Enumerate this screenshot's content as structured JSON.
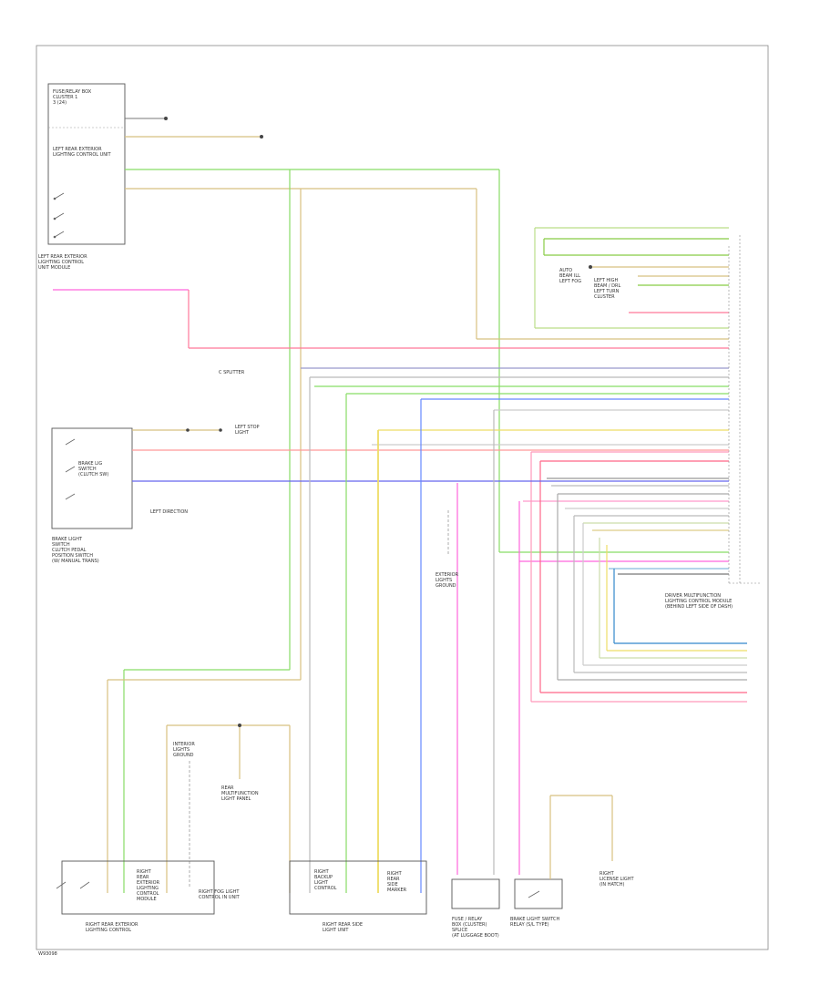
{
  "diagram": {
    "footer_code": "W93098",
    "components": {
      "top_left_a": [
        "FUSE/RELAY BOX",
        "CLUSTER 1",
        "3 (24)"
      ],
      "top_left_b": [
        "LEFT REAR EXTERIOR",
        "LIGHTING CONTROL UNIT"
      ],
      "top_left_caption": [
        "LEFT REAR EXTERIOR",
        "LIGHTING CONTROL",
        "UNIT MODULE"
      ],
      "top_right_note": [
        "AUTO",
        "BEAM ILL",
        "LEFT FOG"
      ],
      "top_right_b": [
        "LEFT HIGH",
        "BEAM / DRL",
        "LEFT TURN",
        "CLUSTER"
      ],
      "c_splitter": "C SPLITTER",
      "brake_switch": [
        "BRAKE LIGHT",
        "SWITCH",
        "CLUTCH PEDAL",
        "POSITION SWITCH",
        "(W/ MANUAL TRANS)"
      ],
      "brake_switch_inner": [
        "BRAKE LIG",
        "SWITCH",
        "(CLUTCH SW)"
      ],
      "brake_switch_note": [
        "LEFT STOP",
        "LIGHT"
      ],
      "brake_switch_label": "LEFT DIRECTION",
      "center_ground": [
        "EXTERIOR",
        "LIGHTS",
        "GROUND"
      ],
      "right_module": [
        "DRIVER MULTIFUNCTION",
        "LIGHTING CONTROL MODULE",
        "(BEHIND LEFT SIDE OF DASH)"
      ],
      "rear_grounding": [
        "INTERIOR",
        "LIGHTS",
        "GROUND"
      ],
      "rear_splice": [
        "REAR",
        "MULTIFUNCTION",
        "LIGHT PANEL"
      ],
      "bottom_left": [
        "RIGHT REAR EXTERIOR",
        "LIGHTING CONTROL"
      ],
      "bottom_left_inner": [
        "RIGHT",
        "REAR",
        "EXTERIOR",
        "LIGHTING",
        "CONTROL",
        "MODULE"
      ],
      "bottom_left_fog": [
        "RIGHT FOG LIGHT",
        "CONTROL IN UNIT"
      ],
      "bottom_center": [
        "RIGHT REAR SIDE",
        "LIGHT UNIT"
      ],
      "bottom_center_inner": [
        "RIGHT",
        "BACKUP",
        "LIGHT",
        "CONTROL"
      ],
      "bottom_center_inner2": [
        "RIGHT",
        "REAR",
        "SIDE",
        "MARKER"
      ],
      "bottom_right_a": [
        "FUSE / RELAY",
        "BOX (CLUSTER)",
        "SPLICE",
        "(AT LUGGAGE BOOT)"
      ],
      "bottom_right_b": [
        "BRAKE LIGHT SWITCH",
        "RELAY (S/L TYPE)"
      ],
      "bottom_right_c": [
        "RIGHT",
        "LICENSE LIGHT",
        "(IN HATCH)"
      ]
    }
  }
}
